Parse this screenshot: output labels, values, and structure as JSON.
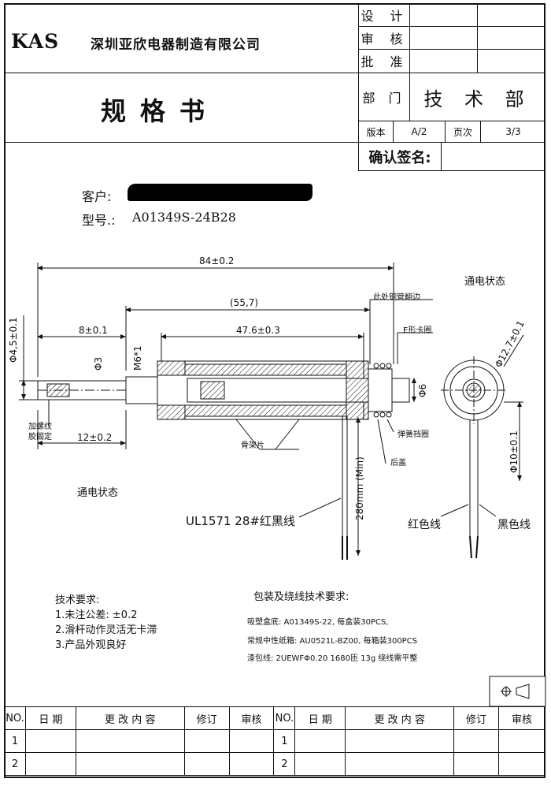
{
  "header": {
    "logo": "KAS",
    "company": "深圳亚欣电器制造有限公司",
    "doc_title": "规格书",
    "approval": [
      "设 计",
      "审 核",
      "批 准"
    ],
    "dept_label": "部 门",
    "dept_value": "技 术 部",
    "version_label": "版本",
    "version_value": "A/2",
    "page_label": "页次",
    "page_value": "3/3",
    "signature_label": "确认签名:"
  },
  "customer": {
    "customer_label": "客户:",
    "model_label": "型号.:",
    "model_value": "A01349S-24B28"
  },
  "drawing": {
    "dim_total": "84±0.2",
    "dim_body": "(55,7)",
    "dim_coil": "47.6±0.3",
    "dim_shaft": "8±0.1",
    "dim_d45": "Φ4,5±0.1",
    "dim_d3": "Φ3",
    "dim_m6": "M6*1",
    "dim_d6": "Φ6",
    "dim_12": "12±0.2",
    "dim_d127": "Φ12.7±0.1",
    "dim_d10": "Φ10±0.1",
    "dim_280": "280mm (Min)",
    "lbl_flare": "此处铜管翻边",
    "lbl_eclip": "E形卡圈",
    "lbl_spring": "弹簧挡圈",
    "lbl_rear": "后盖",
    "lbl_bobbin": "骨架片",
    "lbl_glue": [
      "加螺纹",
      "胶固定"
    ],
    "lbl_energized_right": "通电状态",
    "lbl_energized_left": "通电状态",
    "lbl_wire": "UL1571  28#红黑线",
    "lbl_red": "红色线",
    "lbl_black": "黑色线"
  },
  "tech": {
    "title": "技术要求:",
    "items": [
      "1.未注公差: ±0.2",
      "2.滑杆动作灵活无卡滞",
      "3.产品外观良好"
    ]
  },
  "packing": {
    "title": "包装及绕线技术要求:",
    "items": [
      "吸塑盒底: A01349S-22, 每盒装30PCS,",
      "常规中性纸箱: AU0521L-BZ00, 每箱装300PCS",
      "漆包线: 2UEWFΦ0.20   1680匝   13g   绕线需平整"
    ]
  },
  "revision": {
    "headers": [
      "NO.",
      "日 期",
      "更 改 内 容",
      "修订",
      "审核",
      "NO.",
      "日 期",
      "更 改 内 容",
      "修订",
      "审核"
    ],
    "rows": [
      "1",
      "2"
    ]
  }
}
